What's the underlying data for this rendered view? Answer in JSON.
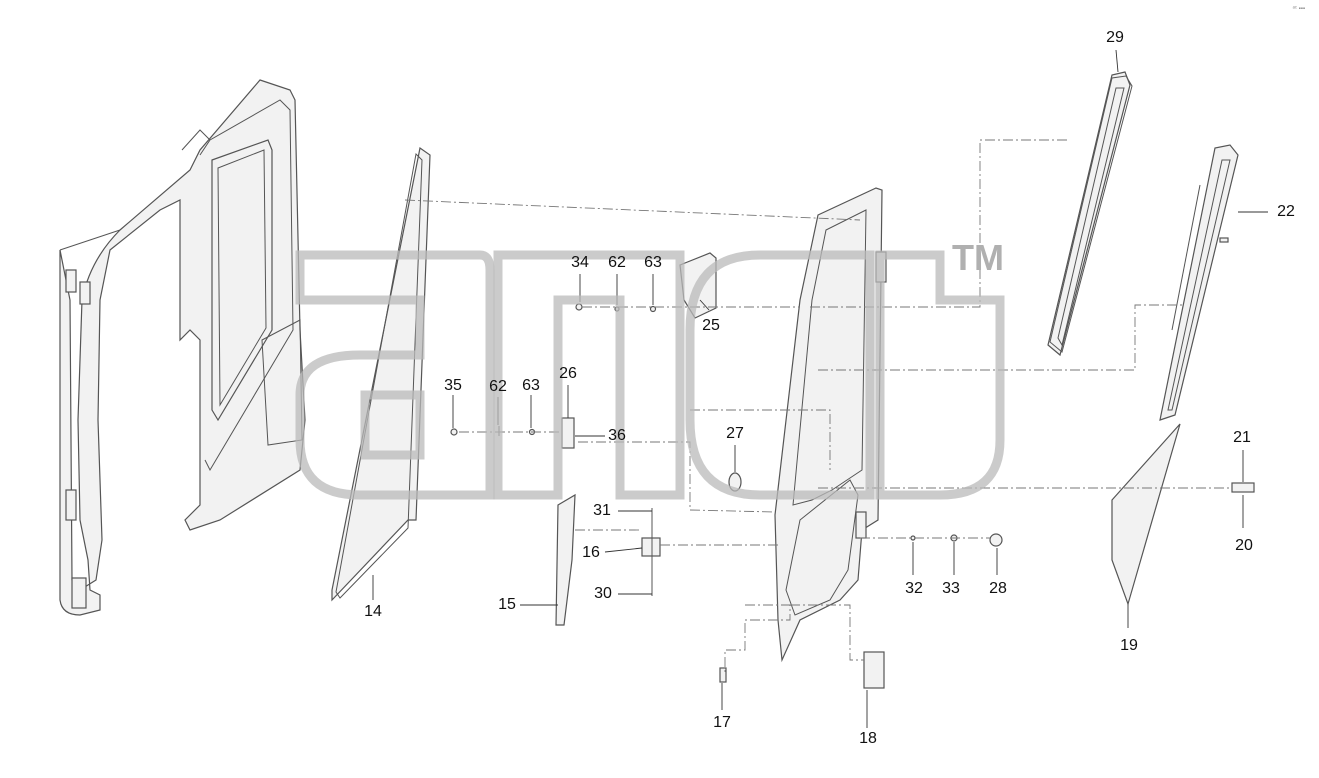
{
  "watermark": {
    "tm": "TM"
  },
  "corner_mark": "ᵃᶜ ▪▪▪",
  "labels": {
    "p14": "14",
    "p15": "15",
    "p16": "16",
    "p17": "17",
    "p18": "18",
    "p19": "19",
    "p20": "20",
    "p21": "21",
    "p22": "22",
    "p25": "25",
    "p26": "26",
    "p27": "27",
    "p28": "28",
    "p29": "29",
    "p30": "30",
    "p31": "31",
    "p32": "32",
    "p33": "33",
    "p34": "34",
    "p35": "35",
    "p36": "36",
    "p62a": "62",
    "p62b": "62",
    "p63a": "63",
    "p63b": "63"
  }
}
